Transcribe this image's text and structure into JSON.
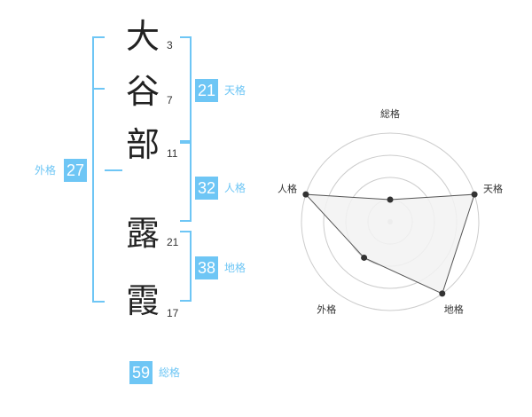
{
  "name": {
    "chars": [
      {
        "char": "大",
        "strokes": "3"
      },
      {
        "char": "谷",
        "strokes": "7"
      },
      {
        "char": "部",
        "strokes": "11"
      },
      {
        "char": "露",
        "strokes": "21"
      },
      {
        "char": "霞",
        "strokes": "17"
      }
    ]
  },
  "fortune": {
    "tenkaku": {
      "value": "21",
      "label": "天格"
    },
    "jinkaku": {
      "value": "32",
      "label": "人格"
    },
    "chikaku": {
      "value": "38",
      "label": "地格"
    },
    "gaikaku": {
      "value": "27",
      "label": "外格"
    },
    "soukaku": {
      "value": "59",
      "label": "総格"
    }
  },
  "radar": {
    "axes": [
      "総格",
      "天格",
      "地格",
      "外格",
      "人格"
    ],
    "values": [
      1,
      4,
      4,
      2,
      4
    ],
    "max": 4,
    "rings": 4,
    "colors": {
      "fill": "#f2f2f2",
      "line": "#555555",
      "point": "#333333",
      "center": "#cccccc",
      "grid": "#cccccc"
    }
  },
  "colors": {
    "accent": "#6ec6f5"
  }
}
